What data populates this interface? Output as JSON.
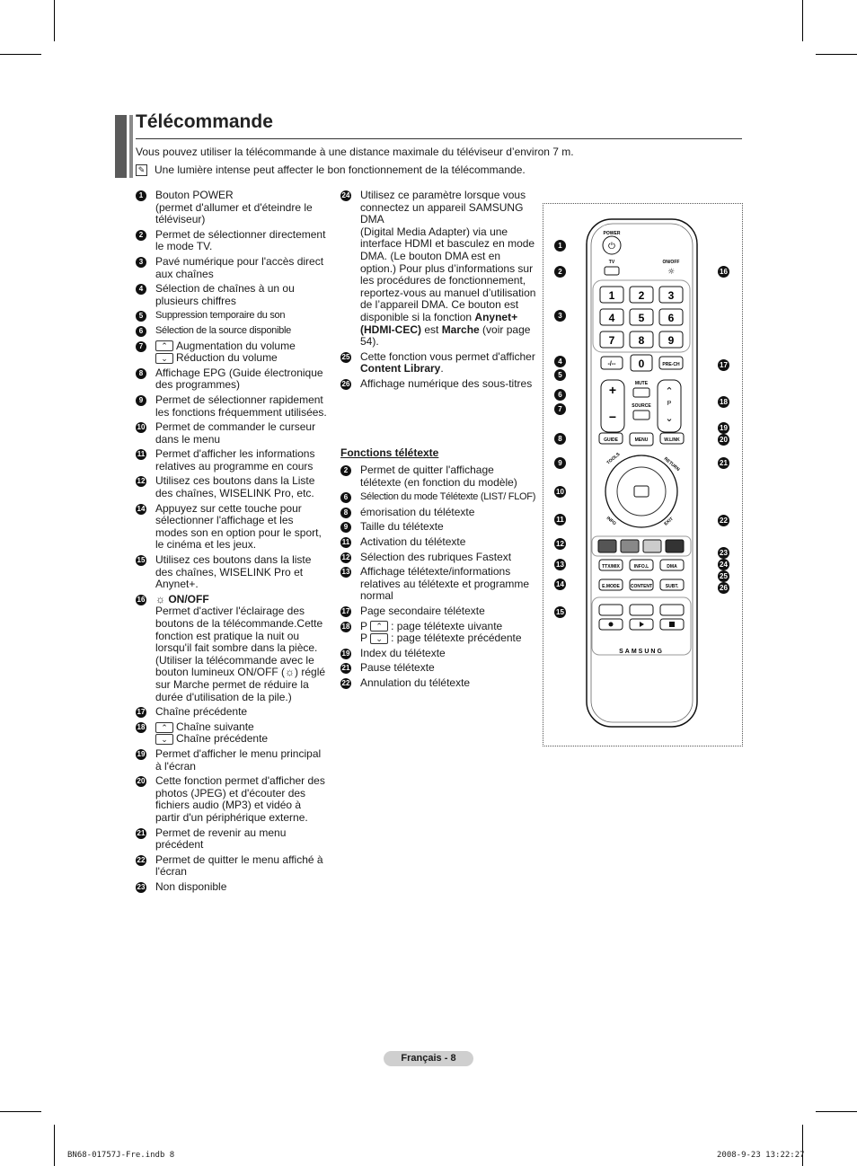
{
  "page": {
    "title": "Télécommande",
    "intro": "Vous pouvez utiliser la télécommande à une distance maximale du téléviseur d’environ 7 m.",
    "note": "Une lumière intense peut affecter le bon fonctionnement de la télécommande."
  },
  "left_items": [
    {
      "n": "1",
      "text": "Bouton POWER\n(permet d'allumer et d'éteindre le téléviseur)"
    },
    {
      "n": "2",
      "text": "Permet de sélectionner directement le mode TV."
    },
    {
      "n": "3",
      "text": "Pavé numérique pour l'accès direct aux chaînes"
    },
    {
      "n": "4",
      "text": "Sélection de chaînes à un ou plusieurs chiffres"
    },
    {
      "n": "5",
      "text": "Suppression temporaire du son"
    },
    {
      "n": "6",
      "text": "Sélection de la source disponible"
    },
    {
      "n": "7",
      "text_a": "Augmentation du volume",
      "text_b": "Réduction du volume"
    },
    {
      "n": "8",
      "text": "Affichage EPG (Guide électronique des programmes)"
    },
    {
      "n": "9",
      "text": "Permet de sélectionner rapidement les fonctions fréquemment utilisées."
    },
    {
      "n": "10",
      "text": "Permet de commander le curseur dans le menu"
    },
    {
      "n": "11",
      "text": "Permet d'afficher les informations relatives au programme en cours"
    },
    {
      "n": "12",
      "text": "Utilisez ces boutons dans la Liste des chaînes, WISELINK Pro, etc."
    },
    {
      "n": "14",
      "text": "Appuyez sur cette touche pour sélectionner l'affichage et les modes son en option pour le sport, le cinéma et les jeux."
    },
    {
      "n": "15",
      "text": "Utilisez ces boutons dans la liste des chaînes, WISELINK Pro et Anynet+."
    },
    {
      "n": "16",
      "title": "ON/OFF",
      "text": "Permet d'activer l'éclairage des boutons de la télécommande.Cette fonction est pratique la nuit ou lorsqu'il fait sombre dans la pièce. (Utiliser la télécommande avec le bouton lumineux ON/OFF (☼) réglé sur Marche permet de réduire la durée d'utilisation de la pile.)"
    },
    {
      "n": "17",
      "text": "Chaîne précédente"
    },
    {
      "n": "18",
      "text_a": "Chaîne suivante",
      "text_b": "Chaîne précédente"
    },
    {
      "n": "19",
      "text": "Permet d'afficher le menu principal à l'écran"
    },
    {
      "n": "20",
      "text": "Cette fonction permet d'afficher des photos (JPEG) et d'écouter des fichiers audio (MP3) et vidéo à partir d'un périphérique externe."
    },
    {
      "n": "21",
      "text": "Permet de revenir au menu précédent"
    },
    {
      "n": "22",
      "text": "Permet de quitter le menu affiché à l'écran"
    },
    {
      "n": "23",
      "text": "Non disponible"
    }
  ],
  "mid_items": [
    {
      "n": "24",
      "text_pre": "Utilisez ce paramètre lorsque vous connectez un appareil SAMSUNG DMA\n(Digital Media Adapter) via une interface HDMI et basculez en mode DMA. (Le bouton DMA est en option.) Pour plus d’informations sur les procédures de fonctionnement, reportez-vous au manuel d’utilisation de l’appareil DMA. Ce bouton est disponible si la fonction ",
      "bold1": "Anynet+ (HDMI-CEC)",
      "mid": " est ",
      "bold2": "Marche",
      "text_post": " (voir page 54)."
    },
    {
      "n": "25",
      "text_pre": "Cette fonction vous permet d'afficher ",
      "bold1": "Content Library",
      "text_post": "."
    },
    {
      "n": "26",
      "text": "Affichage numérique des sous-titres"
    }
  ],
  "teletext": {
    "heading": "Fonctions télétexte",
    "items": [
      {
        "n": "2",
        "text": "Permet de quitter l'affichage télétexte (en fonction du modèle)"
      },
      {
        "n": "6",
        "text": "Sélection du mode Télétexte (LIST/ FLOF)"
      },
      {
        "n": "8",
        "text": "émorisation du télétexte"
      },
      {
        "n": "9",
        "text": "Taille du télétexte"
      },
      {
        "n": "11",
        "text": "Activation du télétexte"
      },
      {
        "n": "12",
        "text": "Sélection des rubriques Fastext"
      },
      {
        "n": "13",
        "text": "Affichage télétexte/informations relatives au télétexte et programme normal"
      },
      {
        "n": "17",
        "text": "Page secondaire télétexte"
      },
      {
        "n": "18",
        "text_a": ": page télétexte uivante",
        "text_b": ": page télétexte précédente",
        "p": "P"
      },
      {
        "n": "19",
        "text": "Index du télétexte"
      },
      {
        "n": "21",
        "text": "Pause télétexte"
      },
      {
        "n": "22",
        "text": "Annulation du télétexte"
      }
    ]
  },
  "remote": {
    "power": "POWER",
    "tv": "TV",
    "onoff": "ON/OFF",
    "digits": [
      "1",
      "2",
      "3",
      "4",
      "5",
      "6",
      "7",
      "8",
      "9"
    ],
    "dash": "-/--",
    "zero": "0",
    "prech": "PRE-CH",
    "mute": "MUTE",
    "source": "SOURCE",
    "p": "P",
    "guide": "GUIDE",
    "menu": "MENU",
    "wlink": "W.LINK",
    "tools": "TOOLS",
    "return": "RETURN",
    "info": "INFO",
    "exit": "EXIT",
    "ttx": "TTX/MIX",
    "infol": "INFO.L",
    "dma": "DMA",
    "emode": "E.MODE",
    "content": "CONTENT",
    "subt": "SUBT.",
    "brand": "SAMSUNG",
    "color_keys": [
      "#b83a2a",
      "#3f8a3f",
      "#d8c040",
      "#2f4f9a"
    ]
  },
  "callouts_left": [
    "1",
    "2",
    "3",
    "4",
    "5",
    "6",
    "7",
    "8",
    "9",
    "10",
    "11",
    "12",
    "13",
    "14",
    "15"
  ],
  "callouts_right": [
    "16",
    "17",
    "18",
    "19",
    "20",
    "21",
    "22",
    "23",
    "24",
    "25",
    "26"
  ],
  "footer": {
    "page": "Français - 8",
    "file": "BN68-01757J-Fre.indb   8",
    "date": "2008-9-23   13:22:27"
  }
}
